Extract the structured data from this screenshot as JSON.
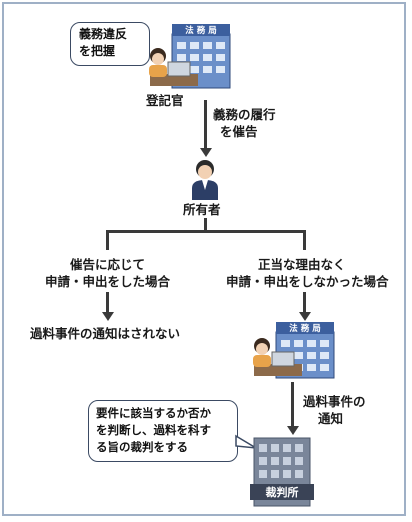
{
  "colors": {
    "line": "#3a3a3a",
    "bubble_border": "#3b4a63",
    "frame_border": "#9fb0c6",
    "building_blue": "#6b8fc9",
    "court_gray": "#7a869a"
  },
  "bubble_top": {
    "line1": "義務違反",
    "line2": "を把握"
  },
  "office_sign": "法 務 局",
  "officer_label": "登記官",
  "arrow1_label": {
    "line1": "義務の履行",
    "line2": "を催告"
  },
  "owner_label": "所有者",
  "left_branch": {
    "line1": "催告に応じて",
    "line2": "申請・申出をした場合"
  },
  "left_result": "過料事件の通知はされない",
  "right_branch": {
    "line1": "正当な理由なく",
    "line2": "申請・申出をしなかった場合"
  },
  "office_sign_2": "法 務 局",
  "arrow3_label": {
    "line1": "過料事件の",
    "line2": "通知"
  },
  "bubble_court": {
    "line1": "要件に該当するか否か",
    "line2": "を判断し、過料を科す",
    "line3": "る旨の裁判をする"
  },
  "court_sign": "裁判所"
}
